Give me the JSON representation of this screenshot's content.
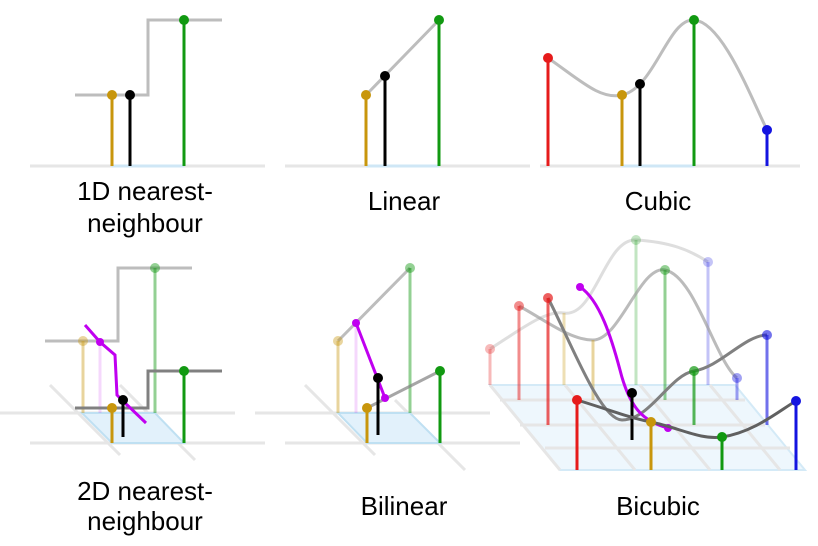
{
  "labels": {
    "nn1d_line1": "1D nearest-",
    "nn1d_line2": "neighbour",
    "linear": "Linear",
    "cubic": "Cubic",
    "nn2d_line1": "2D nearest-",
    "nn2d_line2": "neighbour",
    "bilinear": "Bilinear",
    "bicubic": "Bicubic"
  },
  "colors": {
    "gold": "#c8960c",
    "black": "#000000",
    "green": "#119911",
    "red": "#e61b1b",
    "blue": "#1414e0",
    "magenta": "#c000f0",
    "curve": "#bdbdbd",
    "cell": "#e2f1fb"
  }
}
